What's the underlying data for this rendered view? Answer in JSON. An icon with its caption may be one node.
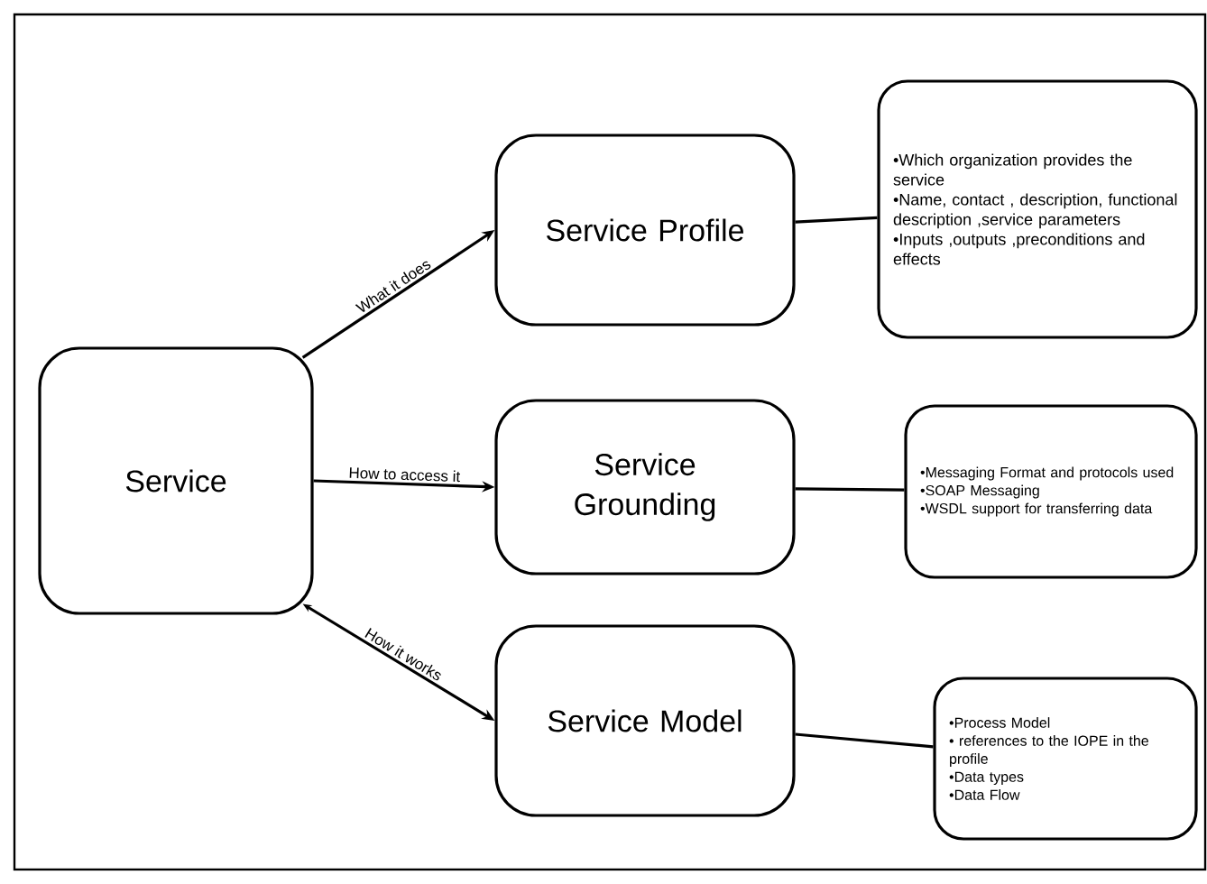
{
  "diagram": {
    "nodes": [
      {
        "text": [
          "Service"
        ]
      },
      {
        "text": [
          "Service Profile"
        ]
      },
      {
        "text": [
          "Service Grounding"
        ]
      },
      {
        "text": [
          "Service Model"
        ]
      },
      {
        "text": [
          "•Which organization provides the service",
          "•Name, contact , description, functional description ,service parameters",
          "•Inputs ,outputs ,preconditions and effects"
        ]
      },
      {
        "text": [
          "•Messaging Format and protocols used",
          "•SOAP Messaging",
          "•WSDL support for transferring data"
        ]
      },
      {
        "text": [
          "•Process Model",
          "• references to the IOPE in the profile",
          "•Data types",
          "•Data Flow"
        ]
      }
    ],
    "edges": [
      {
        "from": 0,
        "to": 1,
        "arrow": "to",
        "label": "What it does"
      },
      {
        "from": 0,
        "to": 2,
        "arrow": "to",
        "label": "How to access it"
      },
      {
        "from": 0,
        "to": 3,
        "arrow": "both",
        "label": "How it works"
      },
      {
        "from": 1,
        "to": 4,
        "arrow": "none"
      },
      {
        "from": 2,
        "to": 5,
        "arrow": "none"
      },
      {
        "from": 3,
        "to": 6,
        "arrow": "none"
      }
    ]
  }
}
